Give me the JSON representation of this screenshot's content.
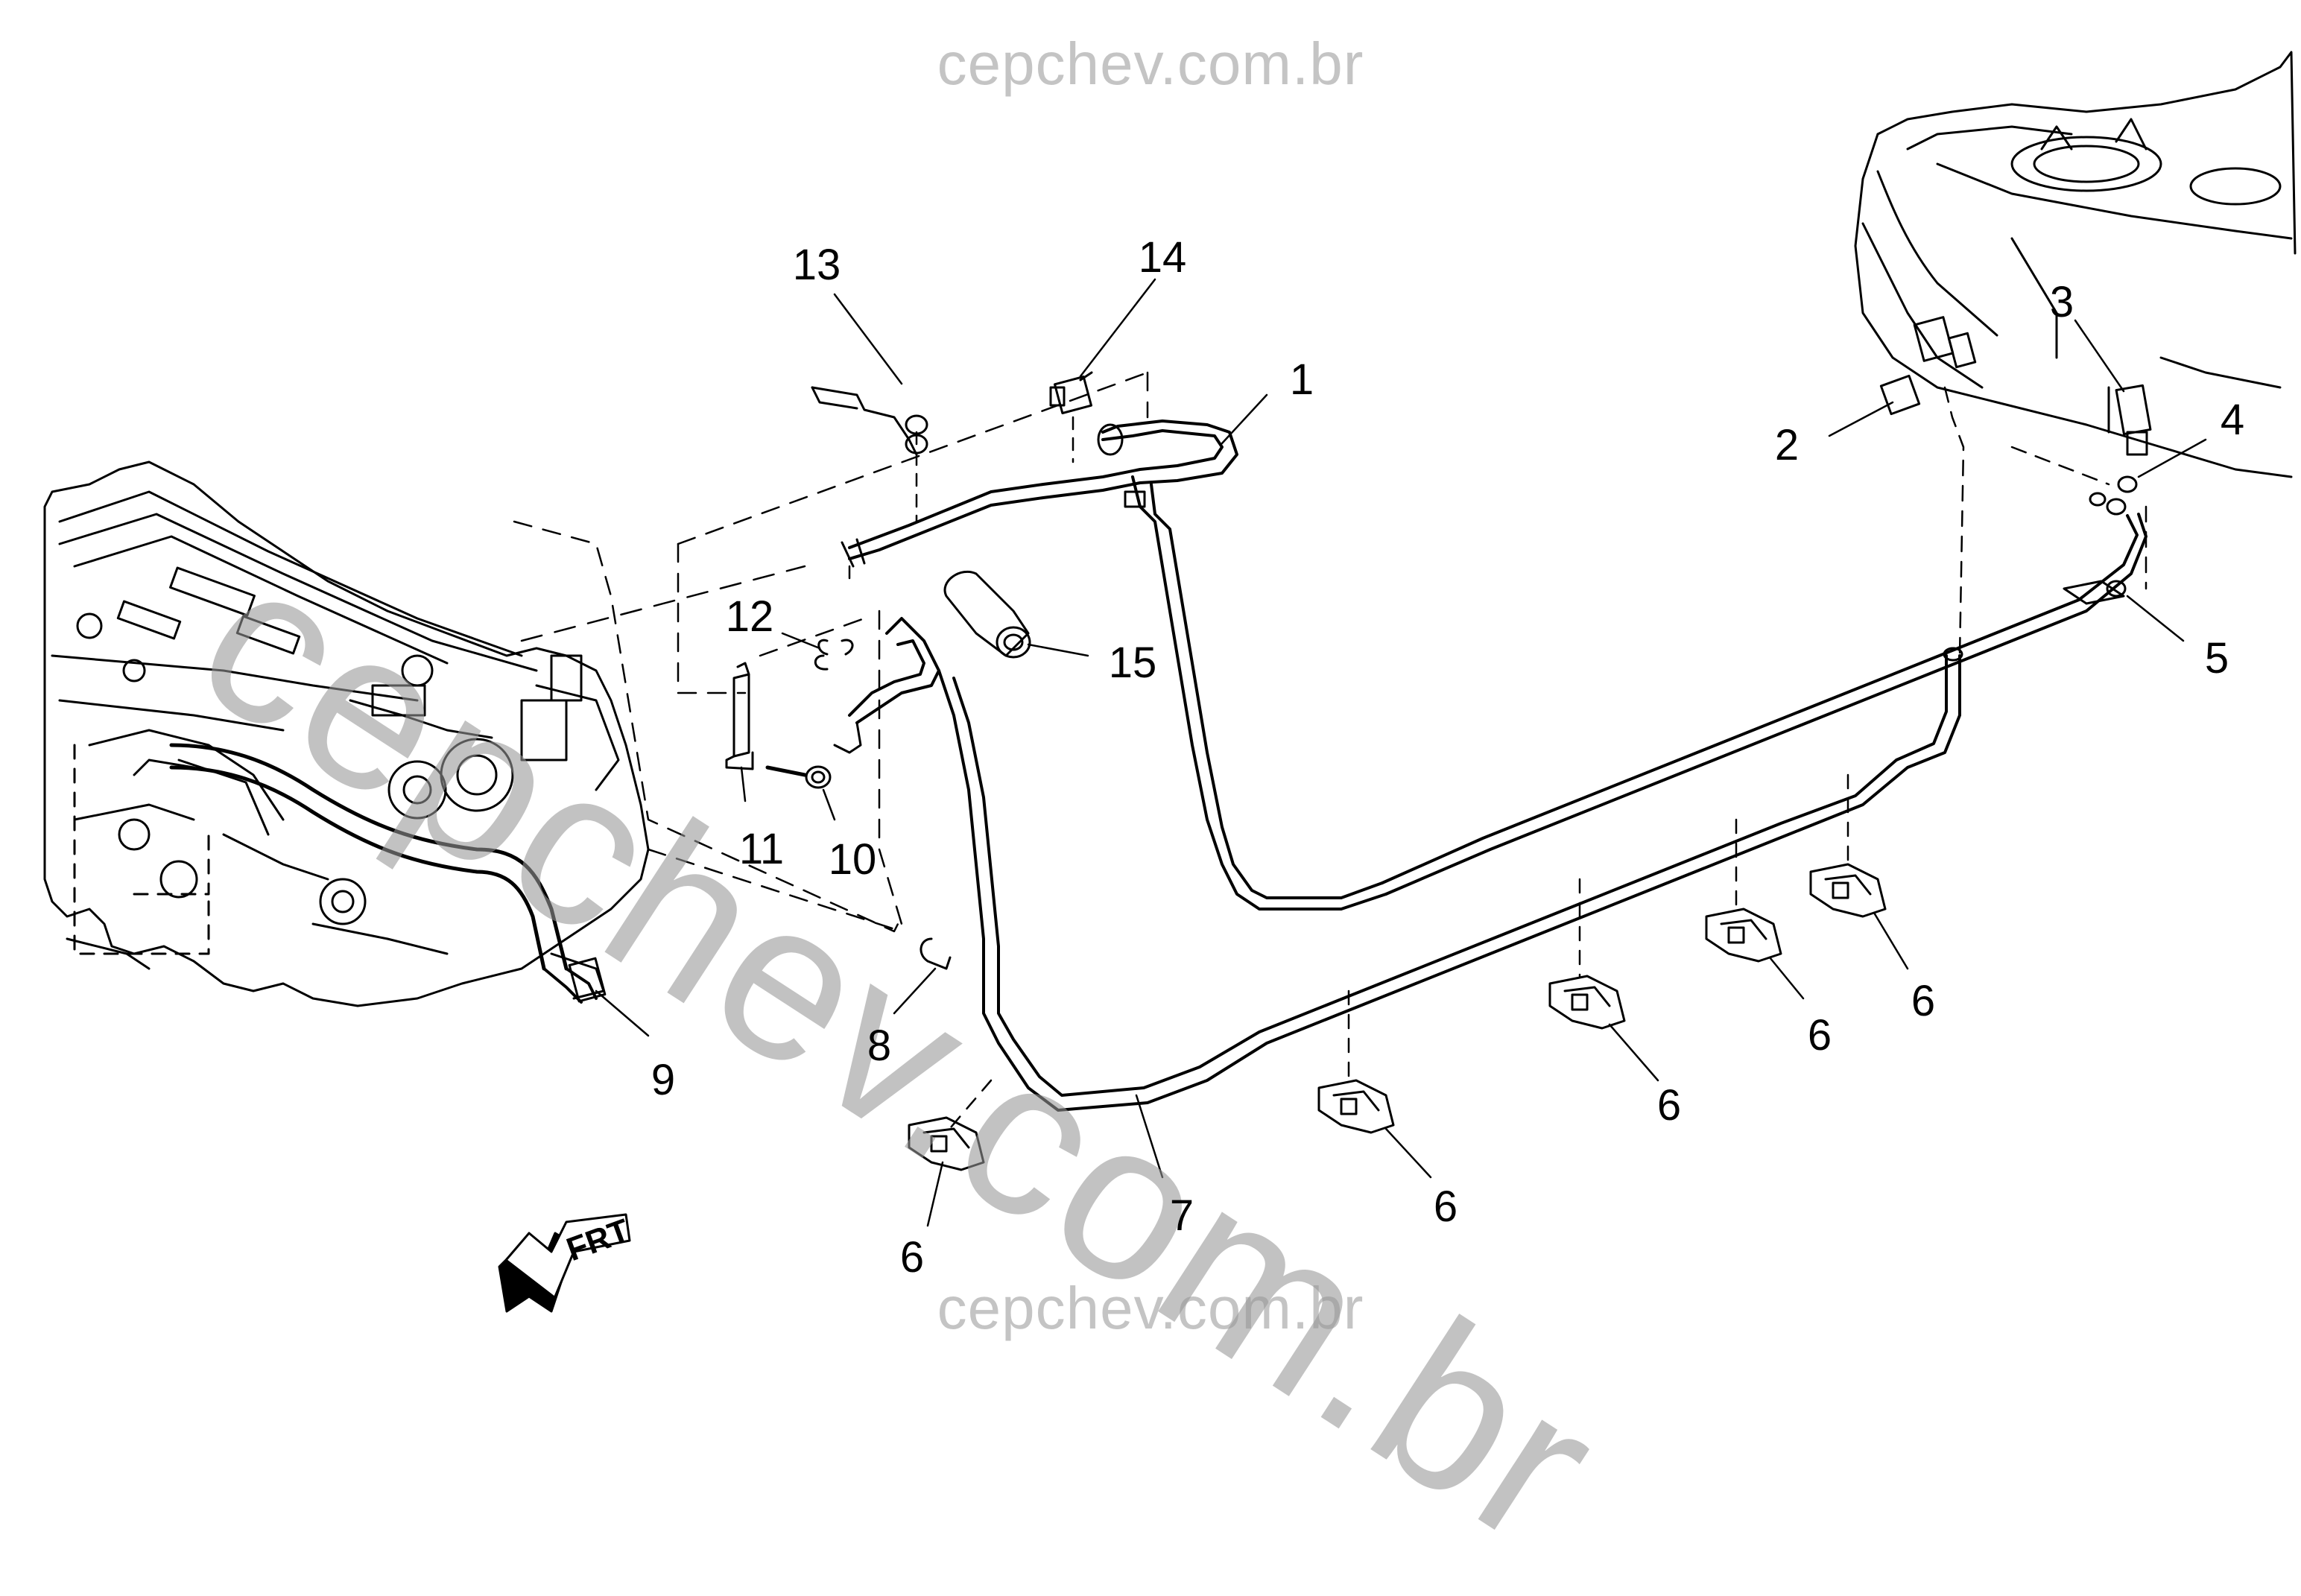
{
  "watermark": {
    "top": "cepchev.com.br",
    "bottom": "cepchev.com.br",
    "diagonal": "cepchev.com.br"
  },
  "direction_indicator": "FRT",
  "callouts": [
    {
      "id": "c1",
      "label": "1"
    },
    {
      "id": "c2",
      "label": "2"
    },
    {
      "id": "c3",
      "label": "3"
    },
    {
      "id": "c4",
      "label": "4"
    },
    {
      "id": "c5",
      "label": "5"
    },
    {
      "id": "c6a",
      "label": "6"
    },
    {
      "id": "c6b",
      "label": "6"
    },
    {
      "id": "c6c",
      "label": "6"
    },
    {
      "id": "c6d",
      "label": "6"
    },
    {
      "id": "c6e",
      "label": "6"
    },
    {
      "id": "c7",
      "label": "7"
    },
    {
      "id": "c8",
      "label": "8"
    },
    {
      "id": "c9",
      "label": "9"
    },
    {
      "id": "c10",
      "label": "10"
    },
    {
      "id": "c11",
      "label": "11"
    },
    {
      "id": "c12",
      "label": "12"
    },
    {
      "id": "c13",
      "label": "13"
    },
    {
      "id": "c14",
      "label": "14"
    },
    {
      "id": "c15",
      "label": "15"
    }
  ]
}
